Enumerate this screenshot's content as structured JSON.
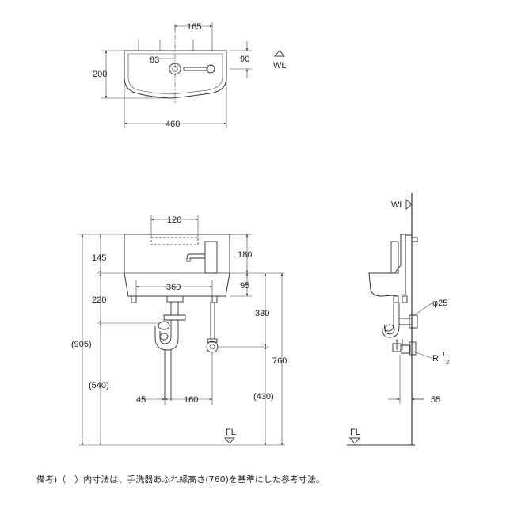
{
  "top_view": {
    "dim_width": "460",
    "dim_depth": "200",
    "dim_offset": "165",
    "dim_faucet": "83",
    "dim_wl_depth": "90",
    "wl": "WL"
  },
  "front_view": {
    "dim_top": "120",
    "dim_145": "145",
    "dim_180": "180",
    "dim_360": "360",
    "dim_95": "95",
    "dim_220": "220",
    "dim_330": "330",
    "dim_905": "(905)",
    "dim_760": "760",
    "dim_540": "(540)",
    "dim_430": "(430)",
    "dim_45": "45",
    "dim_160": "160",
    "fl": "FL"
  },
  "side_view": {
    "wl": "WL",
    "dim_phi25": "φ25",
    "r_label": "R",
    "r_num": "1",
    "r_den": "2",
    "dim_55": "55",
    "fl": "FL"
  },
  "note": "備考)（　）内寸法は、手洗器あふれ縁高さ(760)を基準にした参考寸法。"
}
